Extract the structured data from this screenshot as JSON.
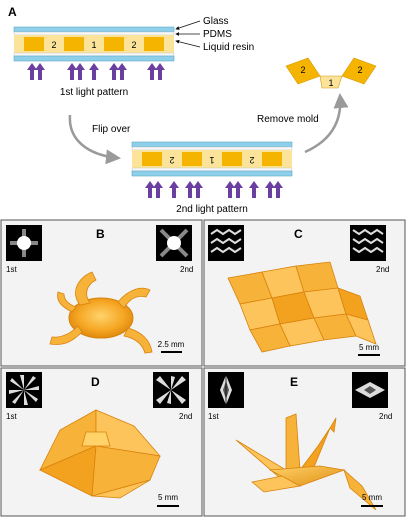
{
  "colors": {
    "glass": "#8ecfea",
    "pdms": "#f7f7f7",
    "resin": "#f4b400",
    "resin_light": "#fbe49a",
    "arrow_light": "#6a3fa0",
    "arrow_gray": "#9a9a9a",
    "panel_border": "#555555",
    "panel_bg": "#f3f3f3",
    "object": "#f5a623",
    "object_dark": "#d9820a"
  },
  "panel_a": {
    "label": "A",
    "legend": [
      "Glass",
      "PDMS",
      "Liquid resin"
    ],
    "stack1_numbers": [
      "2",
      "1",
      "2"
    ],
    "stack2_numbers": [
      "2",
      "1",
      "2"
    ],
    "caption_1st": "1st light pattern",
    "caption_2nd": "2nd light pattern",
    "flip_label": "Flip over",
    "remove_label": "Remove mold",
    "folded_numbers": [
      "2",
      "1",
      "2"
    ]
  },
  "panels": [
    {
      "label": "B",
      "tag1": "1st",
      "tag2": "2nd",
      "scale": "2.5 mm",
      "icon1": "circle-cross-mask-icon",
      "icon2": "circle-x-mask-icon"
    },
    {
      "label": "C",
      "tag1": "",
      "tag2": "2nd",
      "scale": "5 mm",
      "icon1": "chevron-grid-mask-icon",
      "icon2": "chevron-grid-alt-mask-icon"
    },
    {
      "label": "D",
      "tag1": "1st",
      "tag2": "2nd",
      "scale": "5 mm",
      "icon1": "star-burst-mask-icon",
      "icon2": "star-burst-alt-mask-icon"
    },
    {
      "label": "E",
      "tag1": "1st",
      "tag2": "2nd",
      "scale": "5 mm",
      "icon1": "diamond-crane-mask-icon",
      "icon2": "bowtie-crane-mask-icon"
    }
  ]
}
